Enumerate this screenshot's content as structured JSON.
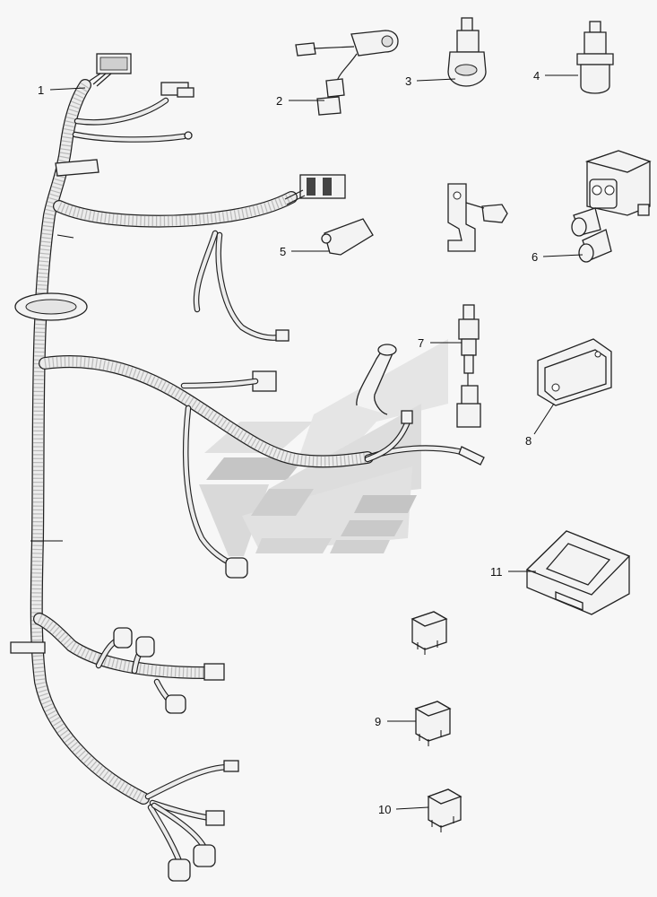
{
  "callouts": [
    {
      "id": "1",
      "label": "1"
    },
    {
      "id": "2",
      "label": "2"
    },
    {
      "id": "3",
      "label": "3"
    },
    {
      "id": "4",
      "label": "4"
    },
    {
      "id": "5",
      "label": "5"
    },
    {
      "id": "6",
      "label": "6"
    },
    {
      "id": "7",
      "label": "7"
    },
    {
      "id": "8",
      "label": "8"
    },
    {
      "id": "9",
      "label": "9"
    },
    {
      "id": "10",
      "label": "10"
    },
    {
      "id": "11",
      "label": "11"
    }
  ],
  "colors": {
    "background": "#f7f7f7",
    "line": "#222222",
    "watermark_light": "#d8d8d8",
    "watermark_dark": "#b3b3b3"
  }
}
